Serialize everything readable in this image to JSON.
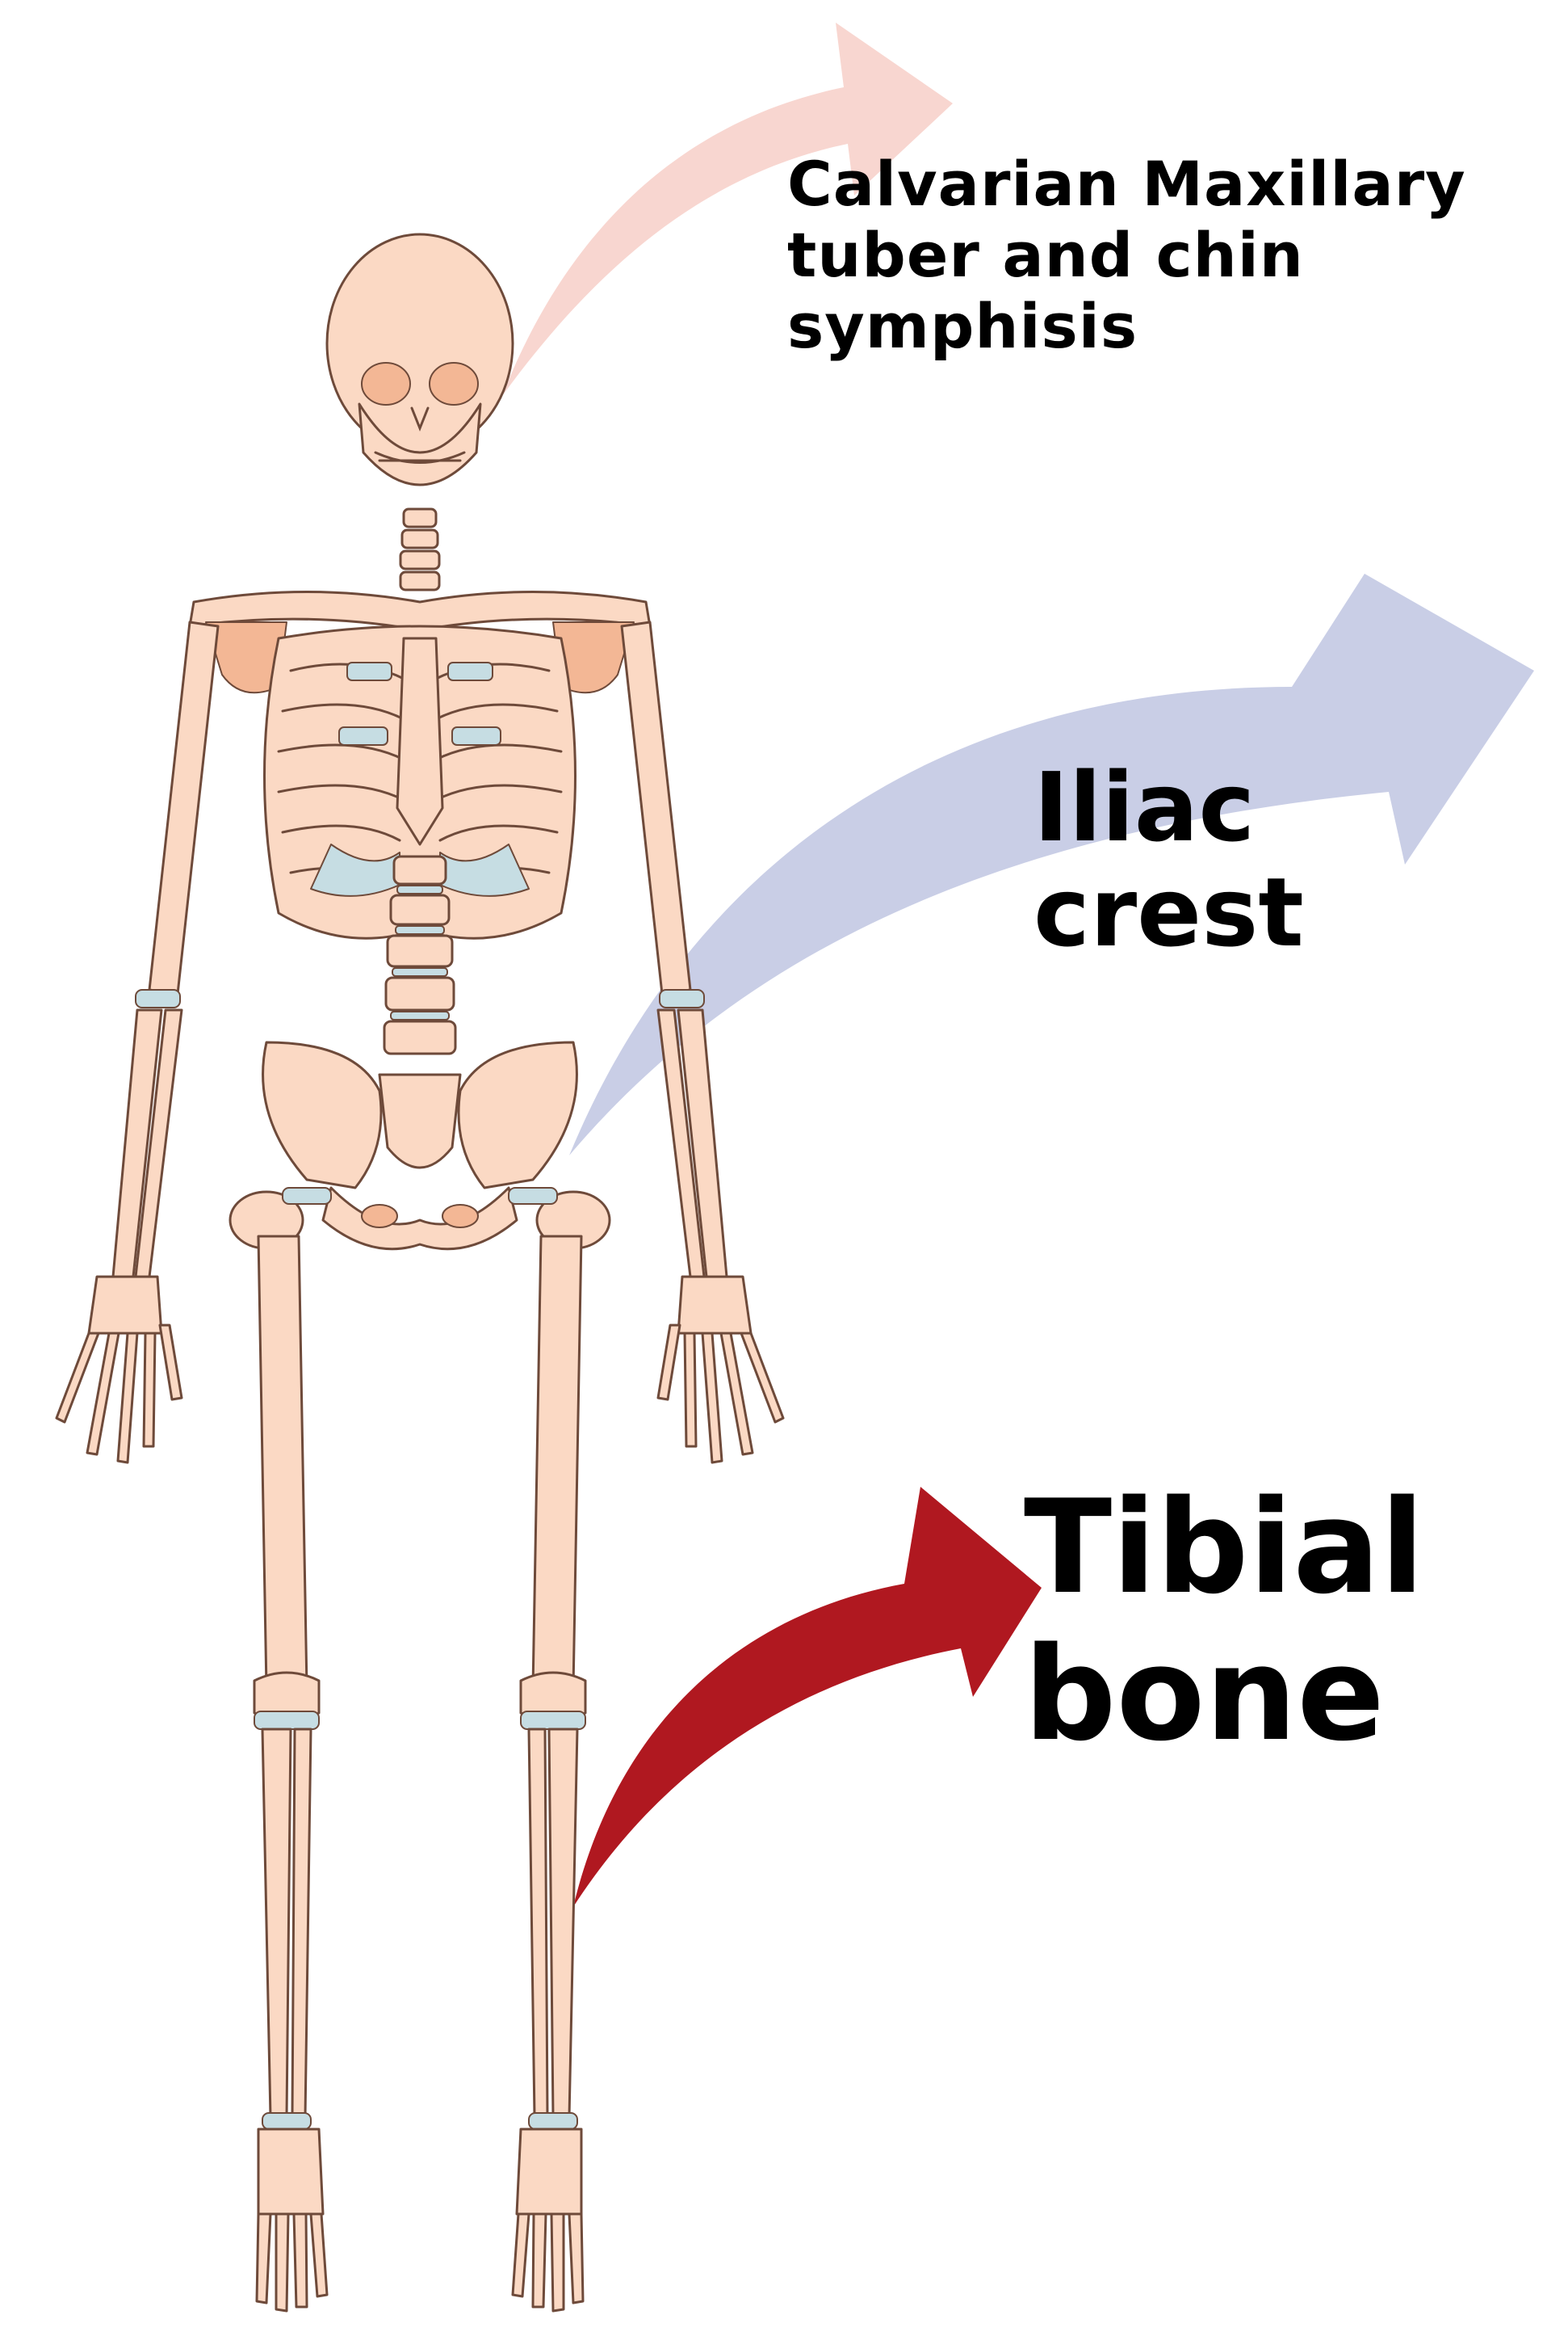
{
  "labels": {
    "calvarian": {
      "line1": "Calvarian Maxillary",
      "line2": "tuber and chin",
      "line3": "symphisis"
    },
    "iliac": {
      "line1": "Iliac",
      "line2": "crest"
    },
    "tibial": {
      "line1": "Tibial",
      "line2": "bone"
    }
  },
  "colors": {
    "bone": "#fbd9c4",
    "bone_outline": "#6e4a3a",
    "bone_shade": "#f3b795",
    "cartilage": "#c6dde3",
    "arrow_calvarian": "#f8d6d0",
    "arrow_iliac": "#c9cee6",
    "arrow_tibial": "#b01820"
  },
  "icons": {
    "skeleton": "human-skeleton-illustration",
    "arrow_calvarian": "curved-arrow-icon",
    "arrow_iliac": "curved-arrow-icon",
    "arrow_tibial": "curved-arrow-icon"
  }
}
